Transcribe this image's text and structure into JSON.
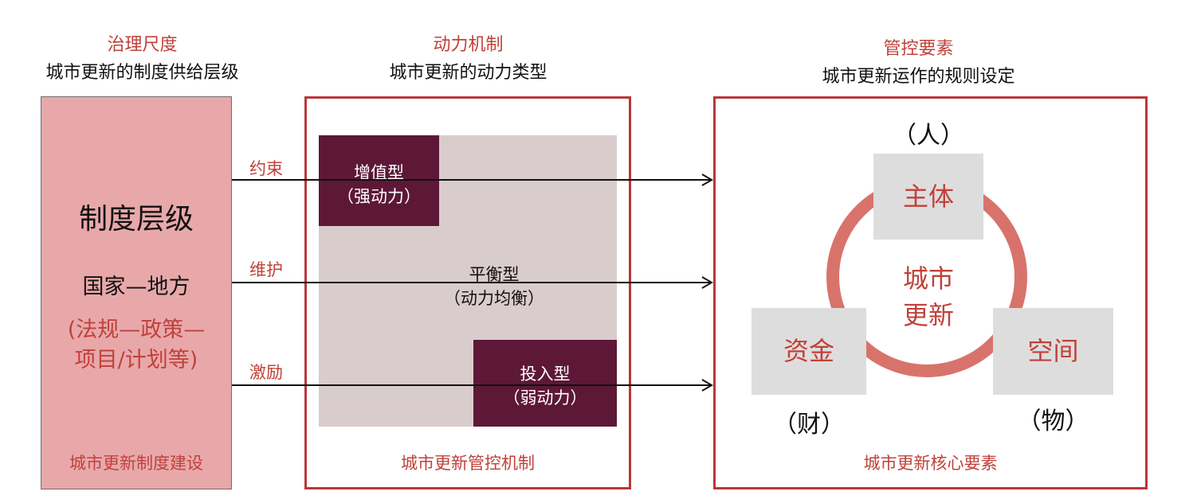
{
  "columns": {
    "governance": {
      "title": "治理尺度",
      "subtitle": "城市更新的制度供给层级",
      "level": "制度层级",
      "scope": "国家—地方",
      "chain_line1": "(法规—政策—",
      "chain_line2": "项目/计划等)",
      "footer": "城市更新制度建设"
    },
    "dynamics": {
      "title": "动力机制",
      "subtitle": "城市更新的动力类型",
      "value_add_title": "增值型",
      "value_add_sub": "（强动力）",
      "balance_title": "平衡型",
      "balance_sub": "（动力均衡）",
      "invest_title": "投入型",
      "invest_sub": "（弱动力）",
      "footer": "城市更新管控机制"
    },
    "control": {
      "title": "管控要素",
      "subtitle": "城市更新运作的规则设定",
      "subject": "主体",
      "subject_paren": "（人）",
      "capital": "资金",
      "capital_paren": "（财）",
      "space": "空间",
      "space_paren": "（物）",
      "core_line1": "城市",
      "core_line2": "更新",
      "footer": "城市更新核心要素"
    }
  },
  "arrows": {
    "constrain": "约束",
    "maintain": "维护",
    "incentive": "激励"
  },
  "colors": {
    "accent_red": "#c0413a",
    "frame_red": "#b9373a",
    "left_fill": "#e8a8aa",
    "dark_fill": "#5d1837",
    "mid_fill": "#d9cccc",
    "element_fill": "#dedddd",
    "ring": "#d8736c"
  }
}
